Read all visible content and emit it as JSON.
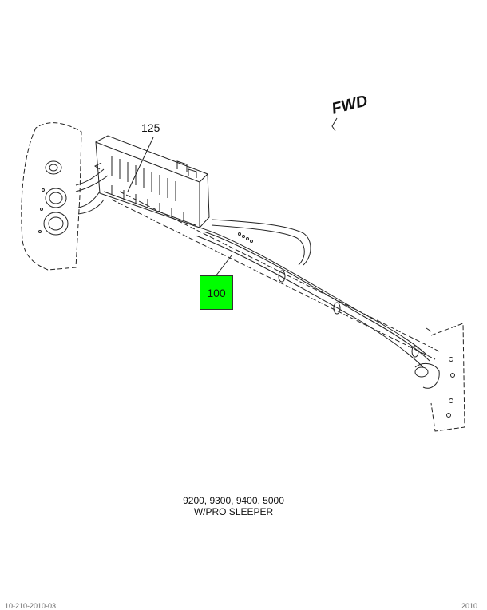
{
  "diagram": {
    "callouts": {
      "part_125": "125",
      "part_100": "100"
    },
    "direction_label": "FWD",
    "caption_line1": "9200, 9300, 9400, 5000",
    "caption_line2": "W/PRO SLEEPER",
    "footer_left": "10-210-2010-03",
    "footer_right": "2010"
  },
  "colors": {
    "highlight": "#00ff00",
    "line": "#222222"
  }
}
